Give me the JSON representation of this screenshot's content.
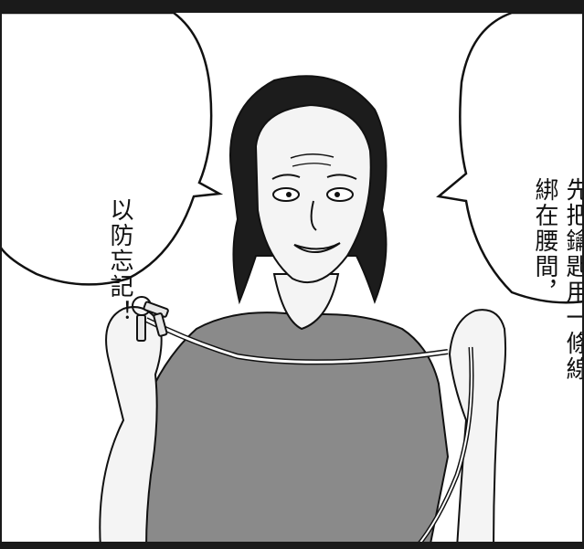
{
  "speech_bubbles": {
    "right": {
      "lines": [
        "先把鑰匙用一條線",
        "綁在腰間，"
      ]
    },
    "left": {
      "lines": [
        "以防忘記！"
      ]
    }
  },
  "colors": {
    "ink": "#111111",
    "shirt": "#8a8a8a",
    "skin": "#f4f4f4",
    "hair": "#1c1c1c"
  }
}
